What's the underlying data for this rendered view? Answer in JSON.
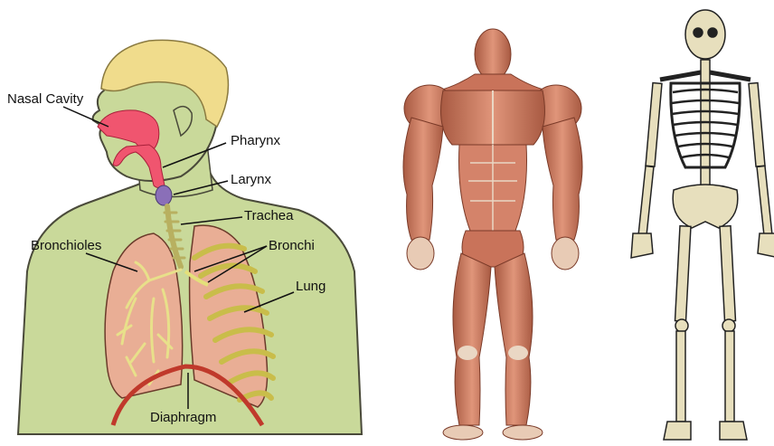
{
  "respiratory_labels": {
    "nasal_cavity": "Nasal Cavity",
    "pharynx": "Pharynx",
    "larynx": "Larynx",
    "trachea": "Trachea",
    "bronchioles": "Bronchioles",
    "bronchi": "Bronchi",
    "lung": "Lung",
    "diaphragm": "Diaphragm"
  },
  "colors": {
    "skin": "#c9d99a",
    "hair": "#f0dc8c",
    "airway": "#f0556f",
    "larynx": "#8a6fb8",
    "lung": "#e9ae95",
    "bronchi_tree": "#e8e08a",
    "cartilage": "#e4e07a",
    "diaphragm": "#c0392b",
    "muscle": "#c9735a",
    "tendon": "#ead7c4",
    "bone": "#e7dfbd",
    "outline": "#222222"
  },
  "icons": [
    "respiratory-system-illustration",
    "muscular-system-figure",
    "skeleton-figure"
  ]
}
